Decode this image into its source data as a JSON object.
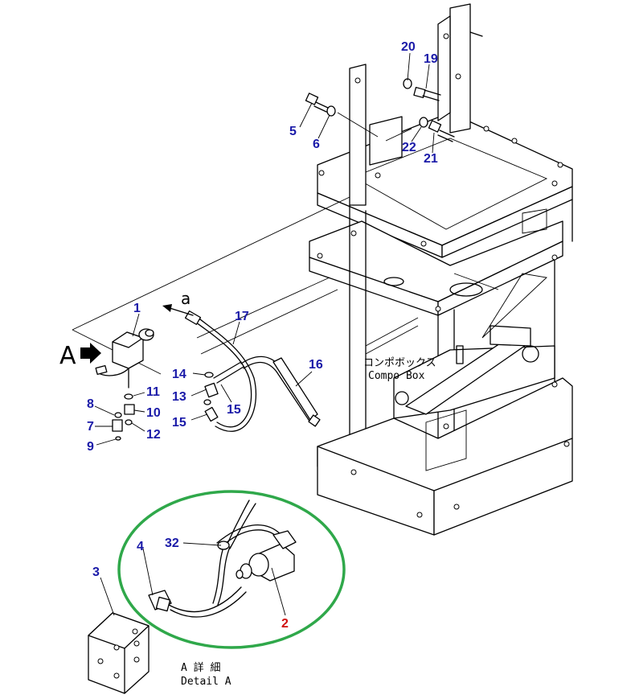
{
  "part_labels": [
    {
      "id": "1",
      "text": "1",
      "color": "#1a1aa8"
    },
    {
      "id": "2",
      "text": "2",
      "color": "#d01010"
    },
    {
      "id": "3",
      "text": "3",
      "color": "#1a1aa8"
    },
    {
      "id": "4",
      "text": "4",
      "color": "#1a1aa8"
    },
    {
      "id": "5",
      "text": "5",
      "color": "#1a1aa8"
    },
    {
      "id": "6",
      "text": "6",
      "color": "#1a1aa8"
    },
    {
      "id": "7",
      "text": "7",
      "color": "#1a1aa8"
    },
    {
      "id": "8",
      "text": "8",
      "color": "#1a1aa8"
    },
    {
      "id": "9",
      "text": "9",
      "color": "#1a1aa8"
    },
    {
      "id": "10",
      "text": "10",
      "color": "#1a1aa8"
    },
    {
      "id": "11",
      "text": "11",
      "color": "#1a1aa8"
    },
    {
      "id": "12",
      "text": "12",
      "color": "#1a1aa8"
    },
    {
      "id": "13",
      "text": "13",
      "color": "#1a1aa8"
    },
    {
      "id": "14",
      "text": "14",
      "color": "#1a1aa8"
    },
    {
      "id": "15a",
      "text": "15",
      "color": "#1a1aa8"
    },
    {
      "id": "15b",
      "text": "15",
      "color": "#1a1aa8"
    },
    {
      "id": "16",
      "text": "16",
      "color": "#1a1aa8"
    },
    {
      "id": "17",
      "text": "17",
      "color": "#1a1aa8"
    },
    {
      "id": "19",
      "text": "19",
      "color": "#1a1aa8"
    },
    {
      "id": "20",
      "text": "20",
      "color": "#1a1aa8"
    },
    {
      "id": "21",
      "text": "21",
      "color": "#1a1aa8"
    },
    {
      "id": "22",
      "text": "22",
      "color": "#1a1aa8"
    },
    {
      "id": "32",
      "text": "32",
      "color": "#1a1aa8"
    }
  ],
  "annotations": {
    "view_a_marker": "A",
    "arrow_a_marker": "a",
    "compo_box_jp": "コンポボックス",
    "compo_box_en": "Compo Box",
    "detail_a_jp": "A 詳 細",
    "detail_a_en": "Detail A"
  },
  "colors": {
    "label_blue": "#1a1aa8",
    "label_red": "#d01010",
    "detail_circle_green": "#2fa84a",
    "line_black": "#000000"
  }
}
